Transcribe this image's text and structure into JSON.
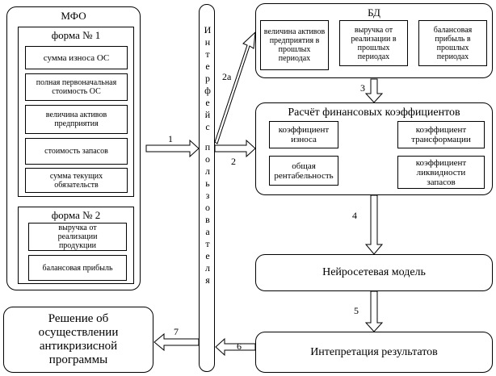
{
  "mfo": {
    "title": "МФО",
    "form1": {
      "title": "форма № 1",
      "items": [
        "сумма износа ОС",
        "полная первоначальная стоимость ОС",
        "величина активов предприятия",
        "стоимость запасов",
        "сумма текущих обязательств"
      ]
    },
    "form2": {
      "title": "форма № 2",
      "items": [
        "выручка от реализации продукции",
        "балансовая прибыль"
      ]
    }
  },
  "interface": {
    "word1": [
      "И",
      "н",
      "т",
      "е",
      "р",
      "ф",
      "е",
      "й",
      "с"
    ],
    "word2": [
      "п",
      "о",
      "л",
      "ь",
      "з",
      "о",
      "в",
      "а",
      "т",
      "е",
      "л",
      "я"
    ]
  },
  "db": {
    "title": "БД",
    "items": [
      "величина активов предприятия в прошлых периодах",
      "выручка от реализации в прошлых периодах",
      "балансовая прибыль в прошлых периодах"
    ]
  },
  "calc": {
    "title": "Расчёт финансовых коэффициентов",
    "items": [
      "коэффициент износа",
      "коэффициент трансформации",
      "общая рентабельность",
      "коэффициент ликвидности запасов"
    ]
  },
  "neural": {
    "label": "Нейросетевая модель"
  },
  "interpretation": {
    "label": "Интепретация результатов"
  },
  "decision": {
    "label": "Решение об осуществлении антикризисной программы"
  },
  "arrow_labels": {
    "a1": "1",
    "a2": "2",
    "a2a": "2а",
    "a3": "3",
    "a4": "4",
    "a5": "5",
    "a6": "6",
    "a7": "7"
  }
}
